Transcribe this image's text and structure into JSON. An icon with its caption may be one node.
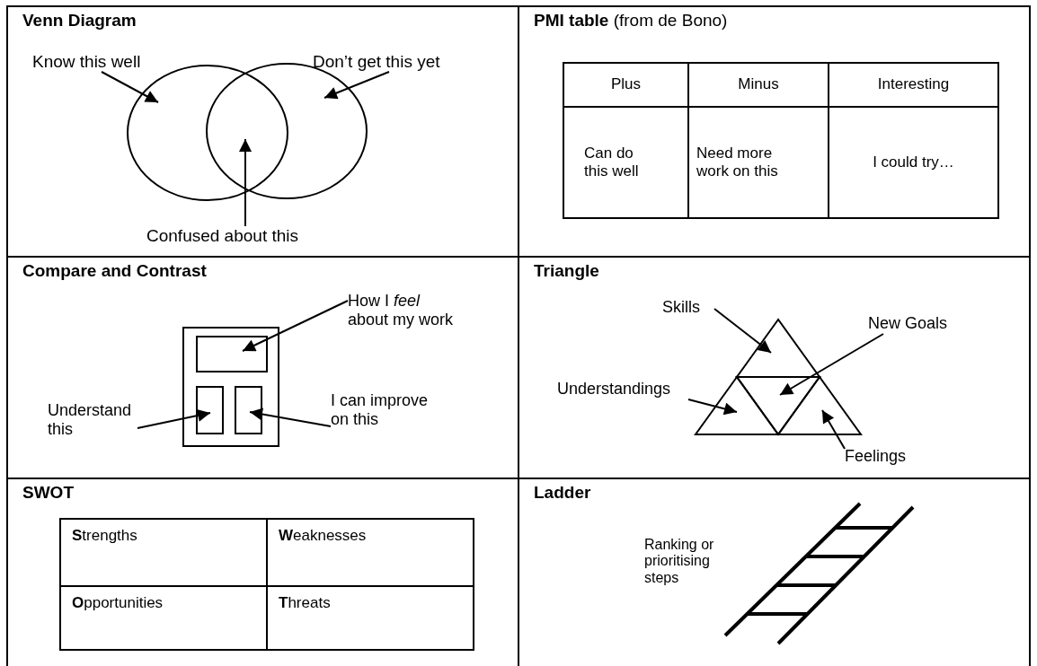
{
  "diagram": {
    "nodes": [
      {
        "text": [
          "Venn Diagram"
        ]
      },
      {
        "text": [],
        "shape": "circle",
        "in": 0
      },
      {
        "text": [],
        "shape": "circle",
        "in": 0
      },
      {
        "text": [
          "Know this well"
        ],
        "in": 0
      },
      {
        "text": [
          "Don’t get this yet"
        ],
        "in": 0
      },
      {
        "text": [
          "Confused about this"
        ],
        "in": 0
      },
      {
        "text": [
          "**PMI table** (from de Bono)"
        ]
      },
      {
        "text": [
          "Compare and Contrast"
        ]
      },
      {
        "text": [],
        "shape": "box",
        "in": 7
      },
      {
        "text": [],
        "shape": "box",
        "in": 8
      },
      {
        "text": [],
        "shape": "box",
        "in": 8
      },
      {
        "text": [],
        "shape": "box",
        "in": 8
      },
      {
        "text": [
          "How I *feel* about my work"
        ],
        "in": 7
      },
      {
        "text": [
          "Understand this"
        ],
        "in": 7
      },
      {
        "text": [
          "I can improve on this"
        ],
        "in": 7
      },
      {
        "text": [
          "Triangle"
        ]
      },
      {
        "text": [],
        "shape": "triangle",
        "in": 15
      },
      {
        "text": [],
        "shape": "triangle",
        "in": 15
      },
      {
        "text": [],
        "shape": "triangle",
        "in": 15
      },
      {
        "text": [],
        "shape": "triangle",
        "in": 15
      },
      {
        "text": [
          "Skills"
        ],
        "in": 15
      },
      {
        "text": [
          "New Goals"
        ],
        "in": 15
      },
      {
        "text": [
          "Understandings"
        ],
        "in": 15
      },
      {
        "text": [
          "Feelings"
        ],
        "in": 15
      },
      {
        "text": [
          "SWOT"
        ]
      },
      {
        "text": [
          "Ladder"
        ]
      }
    ],
    "edges": [
      {
        "from": 3,
        "to": 1,
        "arrow": "to"
      },
      {
        "from": 4,
        "to": 2,
        "arrow": "to"
      },
      {
        "from": 5,
        "to": 1,
        "arrow": "to"
      },
      {
        "from": 12,
        "to": 9,
        "arrow": "to"
      },
      {
        "from": 13,
        "to": 10,
        "arrow": "to"
      },
      {
        "from": 14,
        "to": 11,
        "arrow": "to"
      },
      {
        "from": 20,
        "to": 16,
        "arrow": "to"
      },
      {
        "from": 21,
        "to": 18,
        "arrow": "to"
      },
      {
        "from": 22,
        "to": 17,
        "arrow": "to"
      },
      {
        "from": 23,
        "to": 19,
        "arrow": "to"
      }
    ],
    "labels": [
      "Plus",
      "Minus",
      "Interesting",
      "Can do this well",
      "Need more work on this",
      "I could try…",
      "**S**trengths",
      "**W**eaknesses",
      "**O**pportunities",
      "**T**hreats",
      "Ranking or prioritising steps"
    ]
  }
}
